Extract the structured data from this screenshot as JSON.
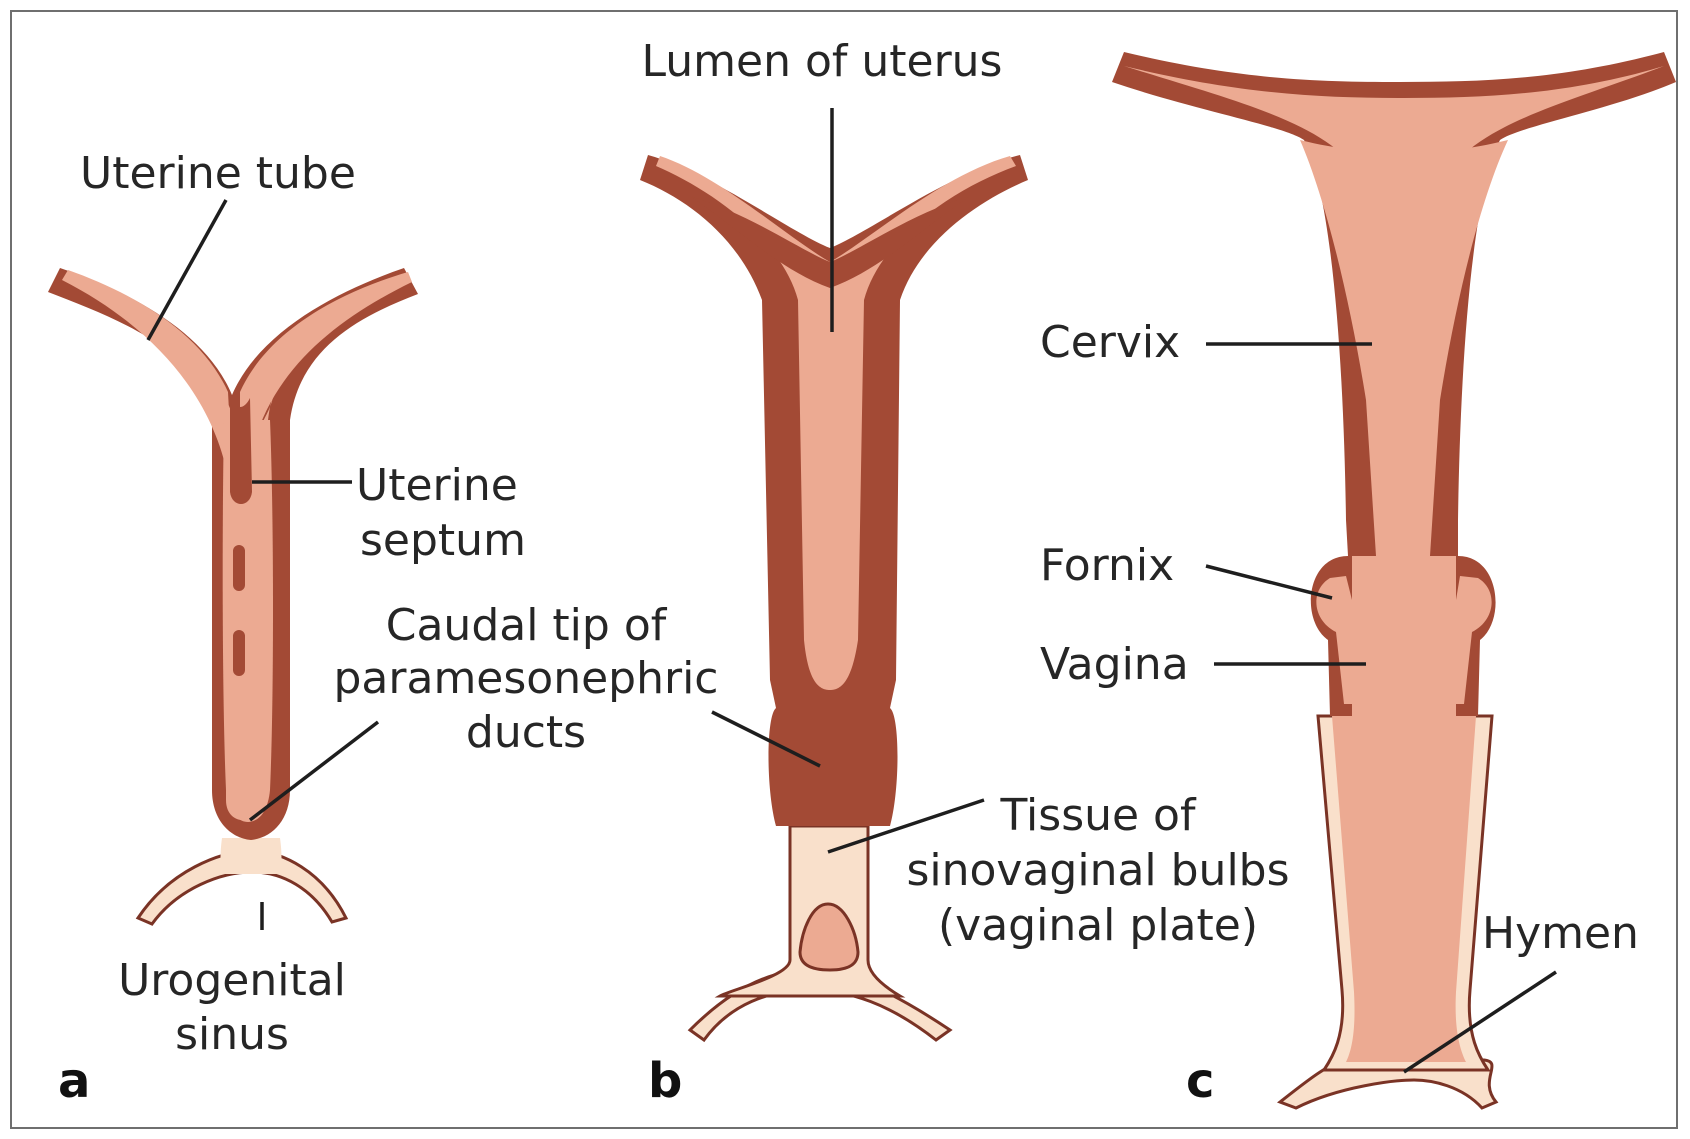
{
  "colors": {
    "muscle": "#a34a35",
    "lumen": "#ecaa92",
    "bulb": "#f9e0cb",
    "outline": "#7a3325",
    "text": "#262626"
  },
  "panels": [
    {
      "letter": "a",
      "labels": {
        "uterine_tube": "Uterine tube",
        "uterine_septum_line1": "Uterine",
        "uterine_septum_line2": "septum",
        "caudal_tip_line1": "Caudal tip of",
        "caudal_tip_line2": "paramesonephric",
        "caudal_tip_line3": "ducts",
        "urogenital_line1": "Urogenital",
        "urogenital_line2": "sinus"
      }
    },
    {
      "letter": "b",
      "labels": {
        "lumen_of_uterus": "Lumen of uterus",
        "sinovaginal_line1": "Tissue of",
        "sinovaginal_line2": "sinovaginal bulbs",
        "sinovaginal_line3": "(vaginal plate)"
      }
    },
    {
      "letter": "c",
      "labels": {
        "cervix": "Cervix",
        "fornix": "Fornix",
        "vagina": "Vagina",
        "hymen": "Hymen"
      }
    }
  ]
}
